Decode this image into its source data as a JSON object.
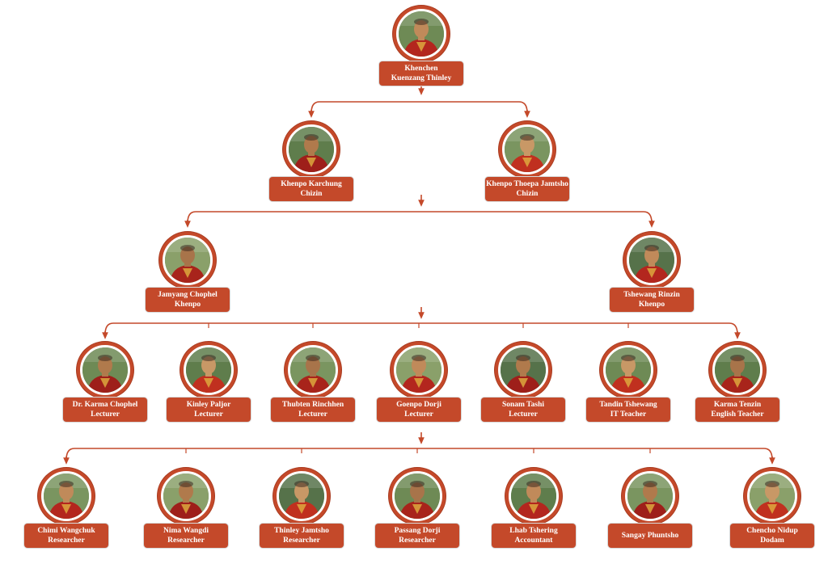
{
  "colors": {
    "accent": "#c4492a",
    "line": "#c4492a",
    "background": "#ffffff"
  },
  "levels": [
    {
      "id": "level-0",
      "nodes": [
        {
          "name": "Khenchen",
          "title": "Kuenzang Thinley",
          "photo": "portrait"
        }
      ]
    },
    {
      "id": "level-1",
      "nodes": [
        {
          "name": "Khenpo Karchung",
          "title": "Chizin",
          "photo": "portrait"
        },
        {
          "name": "Khenpo Thoepa Jamtsho",
          "title": "Chizin",
          "photo": "portrait"
        }
      ]
    },
    {
      "id": "level-2",
      "nodes": [
        {
          "name": "Jamyang Chophel",
          "title": "Khenpo",
          "photo": "portrait"
        },
        {
          "name": "Tshewang Rinzin",
          "title": "Khenpo",
          "photo": "portrait"
        }
      ]
    },
    {
      "id": "level-3",
      "nodes": [
        {
          "name": "Dr. Karma Chophel",
          "title": "Lecturer",
          "photo": "portrait"
        },
        {
          "name": "Kinley Paljor",
          "title": "Lecturer",
          "photo": "portrait"
        },
        {
          "name": "Thubten Rinchhen",
          "title": "Lecturer",
          "photo": "portrait"
        },
        {
          "name": "Goenpo Dorji",
          "title": "Lecturer",
          "photo": "portrait"
        },
        {
          "name": "Sonam Tashi",
          "title": "Lecturer",
          "photo": "portrait"
        },
        {
          "name": "Tandin Tshewang",
          "title": "IT Teacher",
          "photo": "portrait"
        },
        {
          "name": "Karma Tenzin",
          "title": "English Teacher",
          "photo": "portrait"
        }
      ]
    },
    {
      "id": "level-4",
      "nodes": [
        {
          "name": "Chimi Wangchuk",
          "title": "Researcher",
          "photo": "portrait"
        },
        {
          "name": "Nima Wangdi",
          "title": "Researcher",
          "photo": "portrait"
        },
        {
          "name": "Thinley Jamtsho",
          "title": "Researcher",
          "photo": "portrait"
        },
        {
          "name": "Passang Dorji",
          "title": "Researcher",
          "photo": "portrait"
        },
        {
          "name": "Lhab Tshering",
          "title": "Accountant",
          "photo": "portrait"
        },
        {
          "name": "Sangay Phuntsho",
          "title": "",
          "photo": "portrait"
        },
        {
          "name": "Chencho Nidup",
          "title": "Dodam",
          "photo": "portrait"
        }
      ]
    }
  ]
}
